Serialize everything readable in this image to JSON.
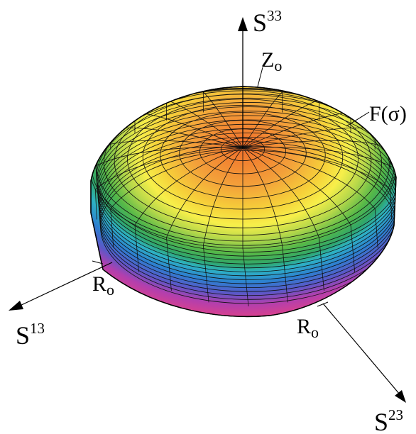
{
  "axes": {
    "vertical": {
      "base": "S",
      "sup": "33"
    },
    "left": {
      "base": "S",
      "sup": "13"
    },
    "right": {
      "base": "S",
      "sup": "23"
    }
  },
  "annotations": {
    "height_label": {
      "base": "Z",
      "sub": "o"
    },
    "radius_left": {
      "base": "R",
      "sub": "o"
    },
    "radius_right": {
      "base": "R",
      "sub": "o"
    },
    "surface_label": "F(σ)"
  },
  "surface": {
    "colormap": [
      "#f06e2a",
      "#f3a03a",
      "#f6d23a",
      "#f7ef4a",
      "#b7d84a",
      "#55b848",
      "#2fa66a",
      "#2db2c4",
      "#2d7fd0",
      "#5a58c8",
      "#b23fae",
      "#d8408e"
    ],
    "meridians": 24,
    "latitude_rings": 7
  }
}
